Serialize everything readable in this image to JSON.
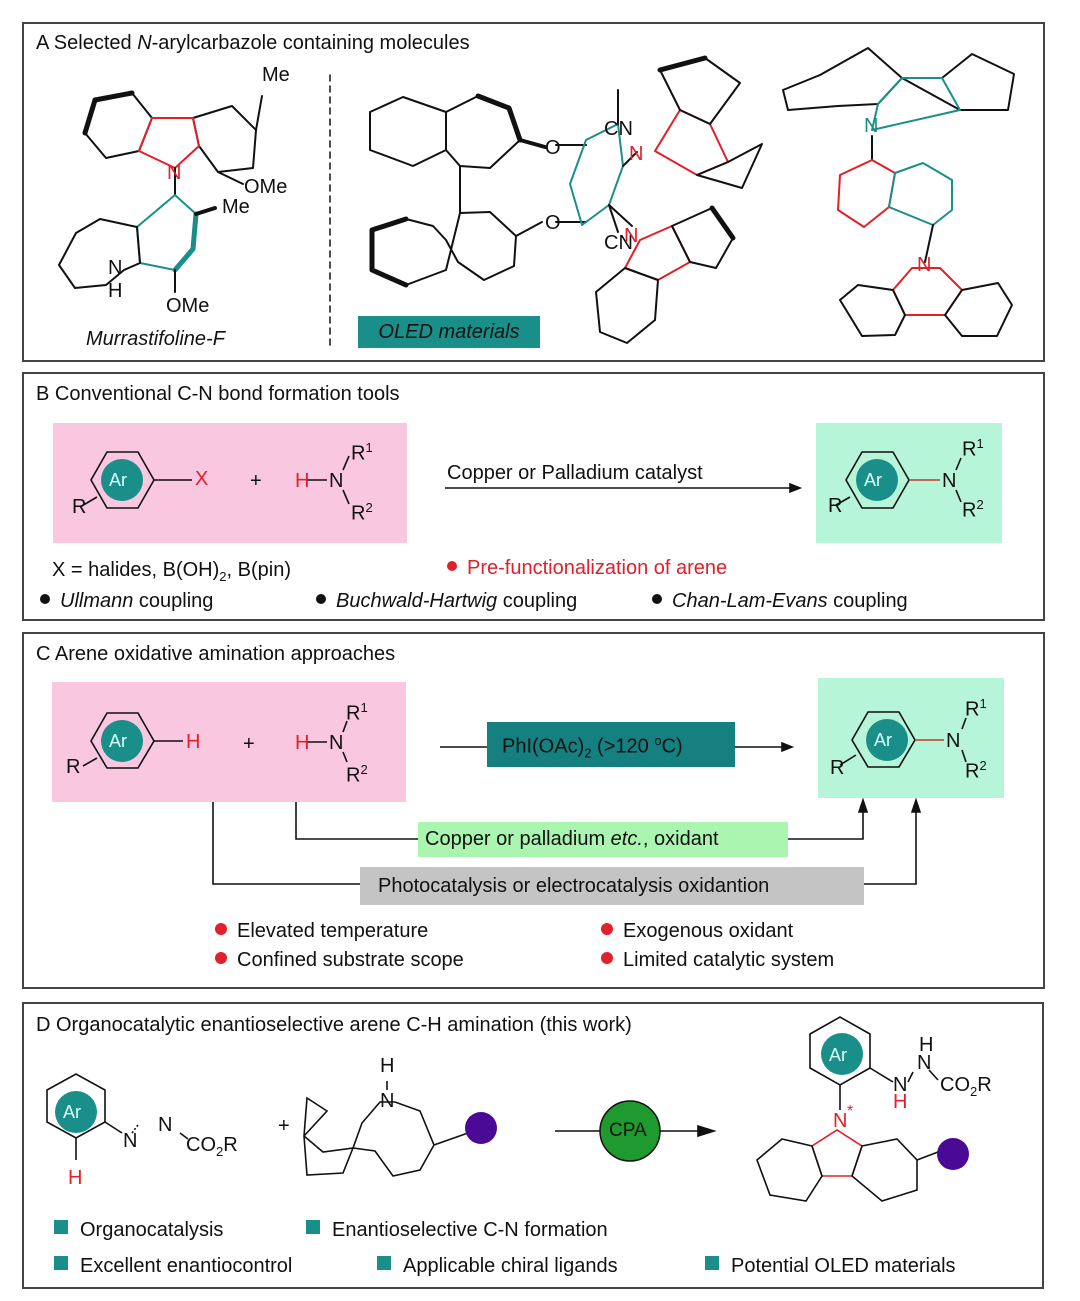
{
  "colors": {
    "teal": "#1a8f8a",
    "red": "#e0202a",
    "pink_box": "#f9c7df",
    "green_box": "#b7f5d8",
    "light_green_box": "#aaf5b0",
    "gray_box": "#c4c4c4",
    "cpa_green": "#1f9a2e",
    "purple": "#4b0a96",
    "panel_border": "#444444"
  },
  "panelA": {
    "title_prefix": "A Selected ",
    "title_italic": "N",
    "title_suffix": "-arylcarbazole containing molecules",
    "murrastifoline": {
      "name": "Murrastifoline-F",
      "labels": {
        "me_top": "Me",
        "ome_right": "OMe",
        "me_mid": "Me",
        "ome_bottom": "OMe",
        "nh_n": "N",
        "nh_h": "H",
        "n_center": "N"
      }
    },
    "oled_badge": "OLED materials",
    "binol_molecule": {
      "o1": "O",
      "o2": "O",
      "cn1": "CN",
      "cn2": "CN",
      "n1": "N",
      "n2": "N"
    },
    "naphthyl_molecule": {
      "n1": "N",
      "n2": "N"
    }
  },
  "panelB": {
    "title": "B Conventional C-N bond formation tools",
    "reactant_arene": {
      "ring_label": "Ar",
      "sub_r": "R",
      "leaving": "X"
    },
    "plus": "+",
    "amine": {
      "h": "H",
      "n": "N",
      "r1": "R",
      "r1_sup": "1",
      "r2": "R",
      "r2_sup": "2"
    },
    "arrow_label": "Copper or Palladium catalyst",
    "product": {
      "ring_label": "Ar",
      "sub_r": "R",
      "n": "N",
      "r1": "R",
      "r1_sup": "1",
      "r2": "R",
      "r2_sup": "2"
    },
    "x_def": {
      "text1": "X = halides, B(OH)",
      "sub": "2",
      "text2": ", B(pin)"
    },
    "drawback": "Pre-functionalization of arene",
    "methods": [
      {
        "italic": "Ullmann",
        "rest": " coupling"
      },
      {
        "italic": "Buchwald-Hartwig",
        "rest": " coupling"
      },
      {
        "italic": "Chan-Lam-Evans",
        "rest": " coupling"
      }
    ]
  },
  "panelC": {
    "title": "C Arene oxidative amination approaches",
    "reactant_arene": {
      "ring_label": "Ar",
      "sub_r": "R",
      "h": "H"
    },
    "plus": "+",
    "amine": {
      "h": "H",
      "n": "N",
      "r1": "R",
      "r1_sup": "1",
      "r2": "R",
      "r2_sup": "2"
    },
    "reagent_main": {
      "text1": "PhI(OAc)",
      "sub": "2",
      "text2": " (>120 ",
      "sup": "o",
      "text3": "C)"
    },
    "reagent_metal": {
      "text1": "Copper or palladium ",
      "italic": "etc.",
      "text2": ", oxidant"
    },
    "reagent_photo": "Photocatalysis or electrocatalysis oxidantion",
    "product": {
      "ring_label": "Ar",
      "sub_r": "R",
      "n": "N",
      "r1": "R",
      "r1_sup": "1",
      "r2": "R",
      "r2_sup": "2"
    },
    "drawbacks": [
      "Elevated temperature",
      "Confined substrate scope",
      "Exogenous oxidant",
      "Limited catalytic system"
    ]
  },
  "panelD": {
    "title": "D Organocatalytic enantioselective arene C-H amination (this work)",
    "azo": {
      "ring_label": "Ar",
      "h": "H",
      "n1": "N",
      "n2": "N",
      "co2r": "CO",
      "co2r_sub": "2",
      "co2r_r": "R"
    },
    "plus": "+",
    "carbazole": {
      "n": "N",
      "h": "H"
    },
    "catalyst": "CPA",
    "product": {
      "ring_label": "Ar",
      "n_star": "*",
      "n": "N",
      "nh_n1": "N",
      "nh_h1": "H",
      "nh_n2": "N",
      "nh_h2": "H",
      "co2r": "CO",
      "co2r_sub": "2",
      "co2r_r": "R"
    },
    "features": [
      "Organocatalysis",
      "Enantioselective C-N formation",
      "Excellent enantiocontrol",
      "Applicable chiral ligands",
      "Potential OLED materials"
    ]
  }
}
